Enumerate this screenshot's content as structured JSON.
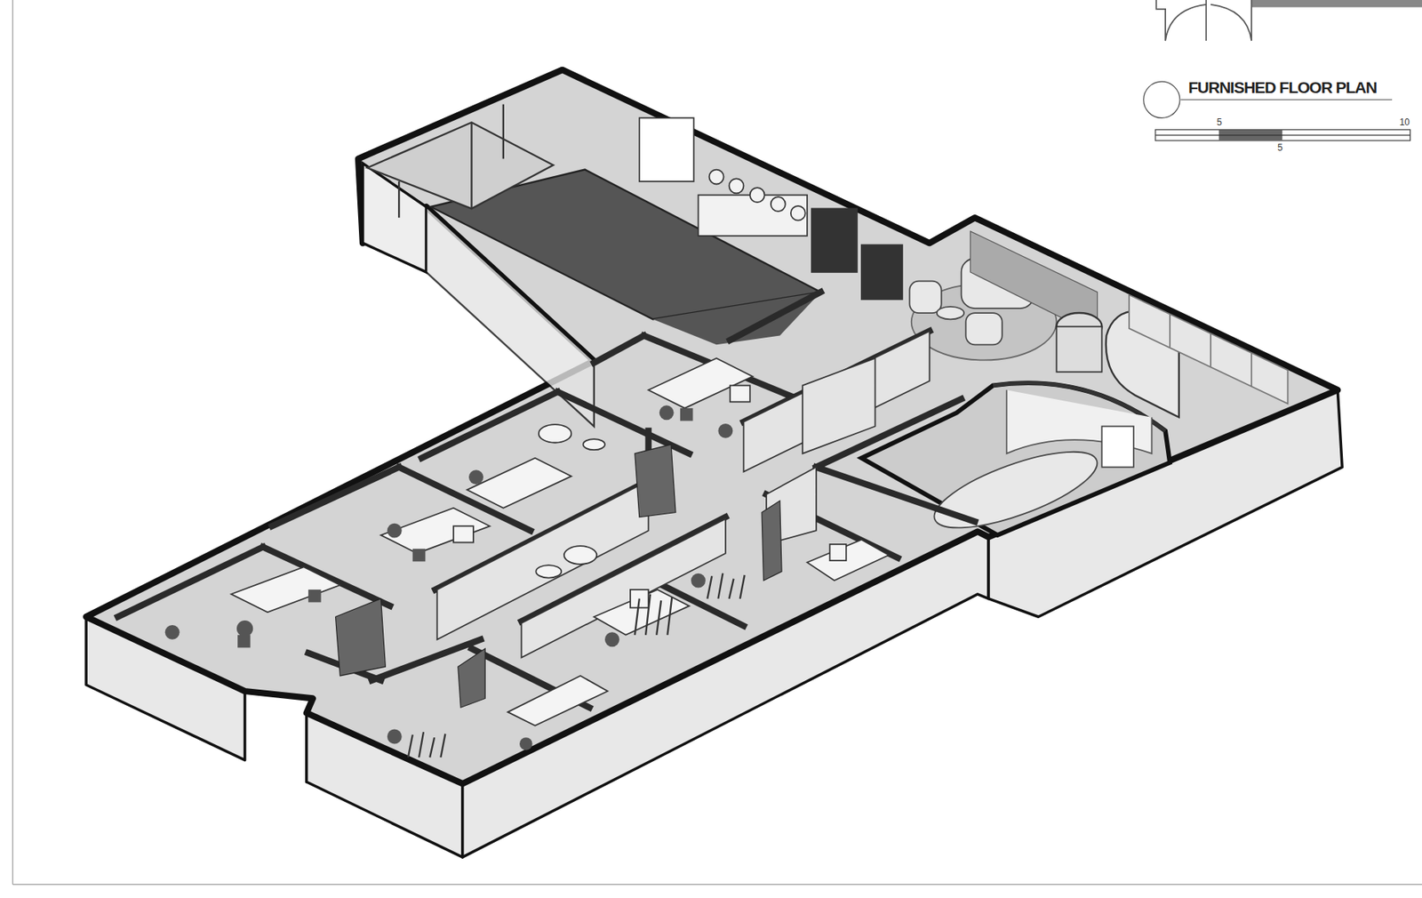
{
  "diagram": {
    "title": "FURNISHED FLOOR PLAN",
    "labels": [
      "5",
      "10",
      "5"
    ]
  }
}
